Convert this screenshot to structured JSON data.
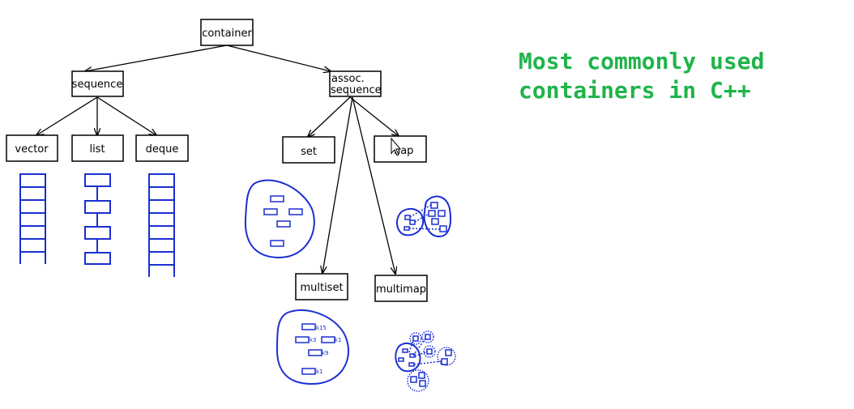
{
  "headline": {
    "line1": "Most commonly used",
    "line2": "containers in C++",
    "color": "#20b44a"
  },
  "nodes": {
    "container": "container",
    "sequence": "sequence",
    "assoc_line1": "assoc.",
    "assoc_line2": "sequence",
    "vector": "vector",
    "list": "list",
    "deque": "deque",
    "set": "set",
    "map": "map",
    "multiset": "multiset",
    "multimap": "multimap"
  },
  "multiset_keys": [
    "k15",
    "k3",
    "k1",
    "k9",
    "k1"
  ],
  "colors": {
    "diagram_ink": "#000000",
    "illustration_ink": "#1a2fd1"
  }
}
